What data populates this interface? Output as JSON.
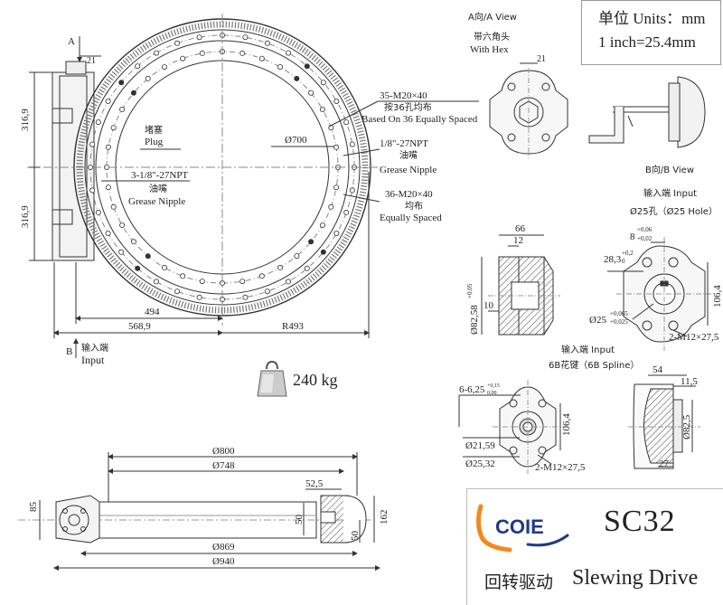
{
  "units": {
    "line1": "单位 Units：mm",
    "line2": "1 inch=25.4mm"
  },
  "brand": {
    "logo_text": "COIE",
    "model": "SC32",
    "name_cn": "回转驱动",
    "name_en": "Slewing Drive"
  },
  "weight": {
    "value": "240 kg"
  },
  "main_view": {
    "marker_a": "A",
    "dim_21_top": "21",
    "dim_316_upper": "316,9",
    "dim_316_lower": "316,9",
    "dia_700": "Ø700",
    "holes_35_line1": "35-M20×40",
    "holes_35_line2": "按36孔均布",
    "holes_35_line3": "Based On 36 Equally Spaced",
    "plug_cn": "堵塞",
    "plug_en": "Plug",
    "npt_small": "1/8\"-27NPT",
    "npt_small_cn": "油嘴",
    "npt_small_en": "Grease Nipple",
    "npt_large": "3-1/8\"-27NPT",
    "npt_large_cn": "油嘴",
    "npt_large_en": "Grease Nipple",
    "holes_36_line1": "36-M20×40",
    "holes_36_line2": "均布",
    "holes_36_line3": "Equally Spaced",
    "dim_494": "494",
    "dim_568": "568,9",
    "dim_r493": "R493",
    "marker_b": "B",
    "input_cn": "输入端",
    "input_en": "Input"
  },
  "a_view": {
    "title": "A向/A View",
    "hex_cn": "带六角头",
    "hex_en": "With Hex",
    "dim_21": "21"
  },
  "b_view": {
    "title": "B向/B View"
  },
  "hole_input": {
    "title": "输入端 Input",
    "subtitle": "Ø25孔（Ø25 Hole）",
    "dim_66": "66",
    "dim_12": "12",
    "dim_10": "10",
    "dim_82": "Ø82,58",
    "dim_82_tol": "+0,05",
    "dim_8": "8",
    "dim_8_tol_up": "+0,06",
    "dim_8_tol_low": "+0,02",
    "dim_28": "28,3",
    "dim_28_tol_up": "+0,2",
    "dim_28_tol_low": "0",
    "dim_106": "106,4",
    "dim_25": "Ø25",
    "dim_25_tol_up": "+0,065",
    "dim_25_tol_low": "+0,025",
    "bolts": "2-M12×27,5"
  },
  "spline_input": {
    "title": "输入端 Input",
    "subtitle": "6B花键（6B Spline）",
    "spline_dim": "6-6,25",
    "spline_tol_up": "+0,15",
    "spline_tol_low": "0,00",
    "dim_106": "106,4",
    "dia_2159": "Ø21,59",
    "dia_2532": "Ø25,32",
    "bolts": "2-M12×27,5",
    "dim_54": "54",
    "dim_115": "11,5",
    "dim_825": "Ø82,5",
    "dim_27": "27"
  },
  "bottom_view": {
    "dia_800": "Ø800",
    "dia_748": "Ø748",
    "dim_525": "52,5",
    "dim_85": "85",
    "dim_50a": "50",
    "dim_50b": "50",
    "dim_162": "162",
    "dia_869": "Ø869",
    "dia_940": "Ø940"
  }
}
